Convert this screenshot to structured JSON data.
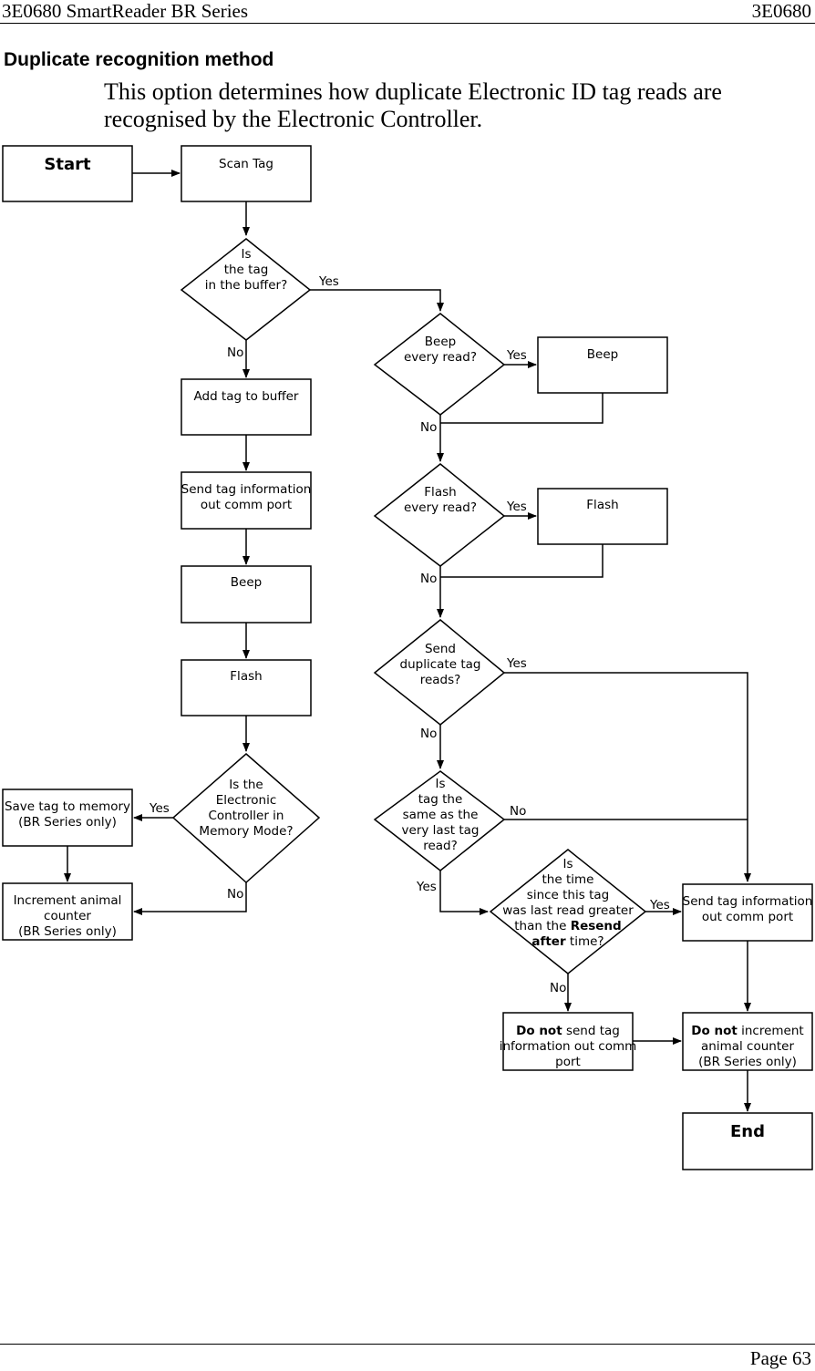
{
  "header": {
    "left": "3E0680 SmartReader BR Series",
    "right": "3E0680"
  },
  "section_title": "Duplicate recognition method",
  "intro": [
    "This option determines how duplicate Electronic ID tag reads are",
    "recognised by the Electronic Controller."
  ],
  "footer": {
    "page": "Page 63"
  },
  "flowchart": {
    "start": "Start",
    "scan_tag": "Scan Tag",
    "in_buffer": [
      "Is",
      "the tag",
      "in the buffer?"
    ],
    "add_to_buffer": "Add tag to buffer",
    "send_info_left": [
      "Send tag information",
      "out comm port"
    ],
    "beep_left": "Beep",
    "flash_left": "Flash",
    "memory_mode": [
      "Is the",
      "Electronic",
      "Controller in",
      "Memory Mode?"
    ],
    "save_memory": [
      "Save tag to memory",
      "(BR Series only)"
    ],
    "increment_counter": [
      "Increment animal",
      "counter",
      "(BR Series only)"
    ],
    "beep_every": [
      "Beep",
      "every read?"
    ],
    "beep_right": "Beep",
    "flash_every": [
      "Flash",
      "every read?"
    ],
    "flash_right": "Flash",
    "send_duplicates": [
      "Send",
      "duplicate tag",
      "reads?"
    ],
    "same_as_last": [
      "Is",
      "tag the",
      "same as the",
      "very last tag",
      "read?"
    ],
    "resend_time": {
      "lines": [
        "Is",
        "the time",
        "since this tag",
        "was last read greater"
      ],
      "than_prefix": "than the ",
      "resend": "Resend",
      "after": "after",
      "time_suffix": " time?"
    },
    "send_info_right": [
      "Send tag information",
      "out comm port"
    ],
    "do_not_send": {
      "bold": "Do not",
      "rest": " send tag",
      "line2": "information out comm",
      "line3": "port"
    },
    "do_not_increment": {
      "bold": "Do not",
      "rest": " increment",
      "line2": "animal counter",
      "line3": "(BR Series only)"
    },
    "end": "End",
    "labels": {
      "yes": "Yes",
      "no": "No"
    }
  }
}
